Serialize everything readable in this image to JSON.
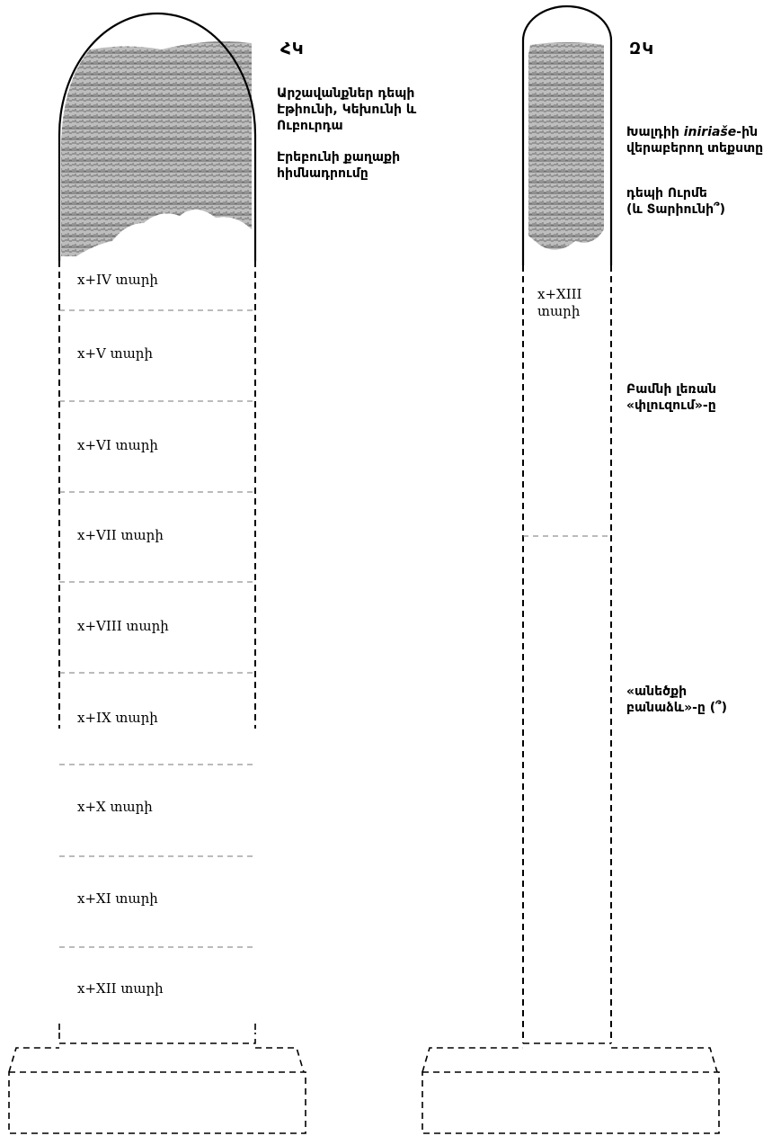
{
  "left_stele": {
    "label": "ՀԿ",
    "notes": [
      "Արշավանքներ դեպի\nԷթիունի, Կեխունի և\nՈւբուրդա",
      "Էրեբունի քաղաքի\nհիմնադրումը"
    ],
    "years": [
      "x+IV տարի",
      "x+V տարի",
      "x+VI տարի",
      "x+VII տարի",
      "x+VIII տարի",
      "x+IX տարի",
      "x+X տարի",
      "x+XI տարի",
      "x+XII տարի"
    ]
  },
  "right_stele": {
    "label": "ԶԿ",
    "notes": [
      {
        "pre": "Խալդիի ",
        "em": "iniriaše",
        "post": "-ին\nվերաբերող տեքստը"
      },
      {
        "pre": "դեպի Ուրմե\n(և Տարիունի՞)",
        "em": "",
        "post": ""
      },
      {
        "pre": "Բամնի լեռան\n«փլուզում»-ը",
        "em": "",
        "post": ""
      },
      {
        "pre": "«անեծքի\nբանաձև»-ը (՞)",
        "em": "",
        "post": ""
      }
    ],
    "years": [
      "x+XIII\nտարի"
    ]
  },
  "colors": {
    "stroke": "#000000",
    "dash": "#777777",
    "stone": "#9a9a9a"
  }
}
